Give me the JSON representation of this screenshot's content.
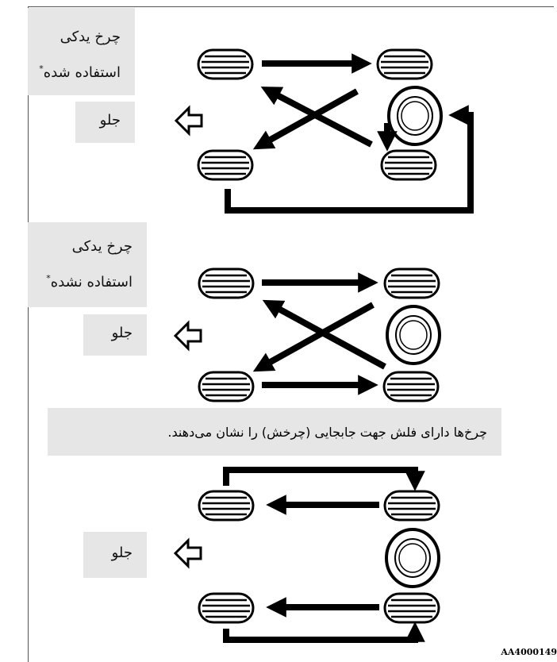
{
  "sections": [
    {
      "spare_line1": "چرخ یدکی",
      "spare_line2": "استفاده شده",
      "spare_mark": "*",
      "front_label": "جلو"
    },
    {
      "spare_line1": "چرخ یدکی",
      "spare_line2": "استفاده نشده",
      "spare_mark": "*",
      "front_label": "جلو"
    },
    {
      "front_label": "جلو"
    }
  ],
  "note": "چرخ‌ها دارای فلش جهت جابجایی (چرخش) را نشان می‌دهند.",
  "figure_code": "AA4000149",
  "icons": {
    "tire": "tire-side-icon",
    "spare": "spare-wheel-icon",
    "front": "hollow-left-arrow-icon"
  },
  "colors": {
    "label_bg": "#e6e6e6",
    "ink": "#000000"
  }
}
